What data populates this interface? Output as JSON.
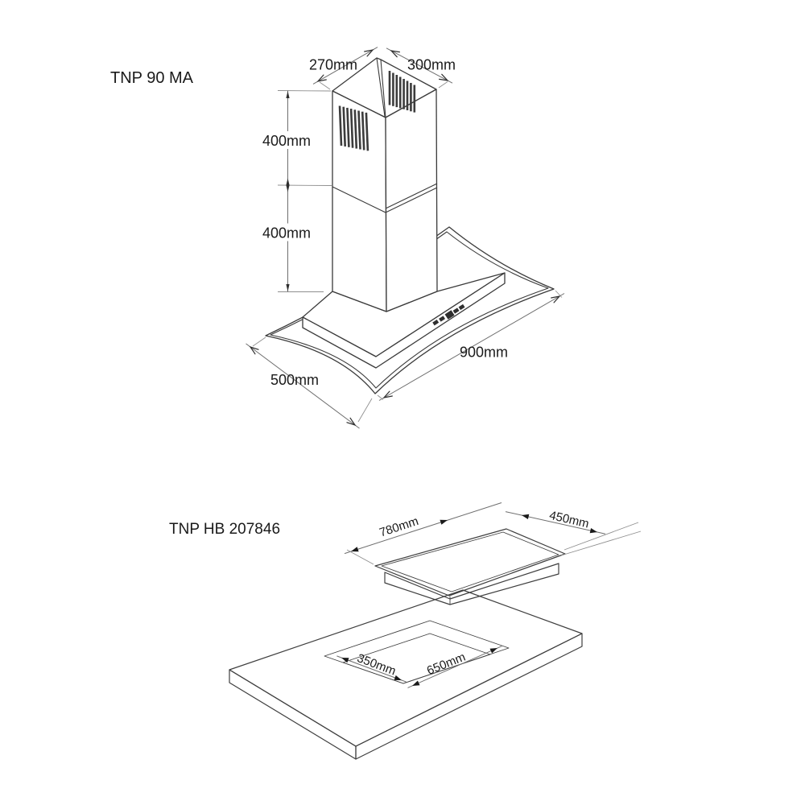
{
  "products": [
    {
      "model": "TNP 90 MA",
      "dims": {
        "chimney_top_depth": "270mm",
        "chimney_top_width": "300mm",
        "chimney_upper_section": "400mm",
        "chimney_lower_section": "400mm",
        "canopy_width": "900mm",
        "canopy_depth": "500mm"
      }
    },
    {
      "model": "TNP HB 207846",
      "dims": {
        "hob_width": "780mm",
        "hob_depth": "450mm",
        "cutout_depth": "350mm",
        "cutout_width": "650mm"
      }
    }
  ],
  "colors": {
    "background": "#ffffff",
    "line": "#3a3a3a",
    "text": "#1a1a1a",
    "hob_glass": "#8d8f92",
    "hob_rim": "#ebeced",
    "hob_body": "#f4f4f5",
    "counter_top": "#d2d3d5",
    "counter_side_right": "#9ea1a4",
    "counter_side_left": "#fafafa",
    "cutout_wall": "#898b8e",
    "cutout_hole": "#ffffff"
  }
}
